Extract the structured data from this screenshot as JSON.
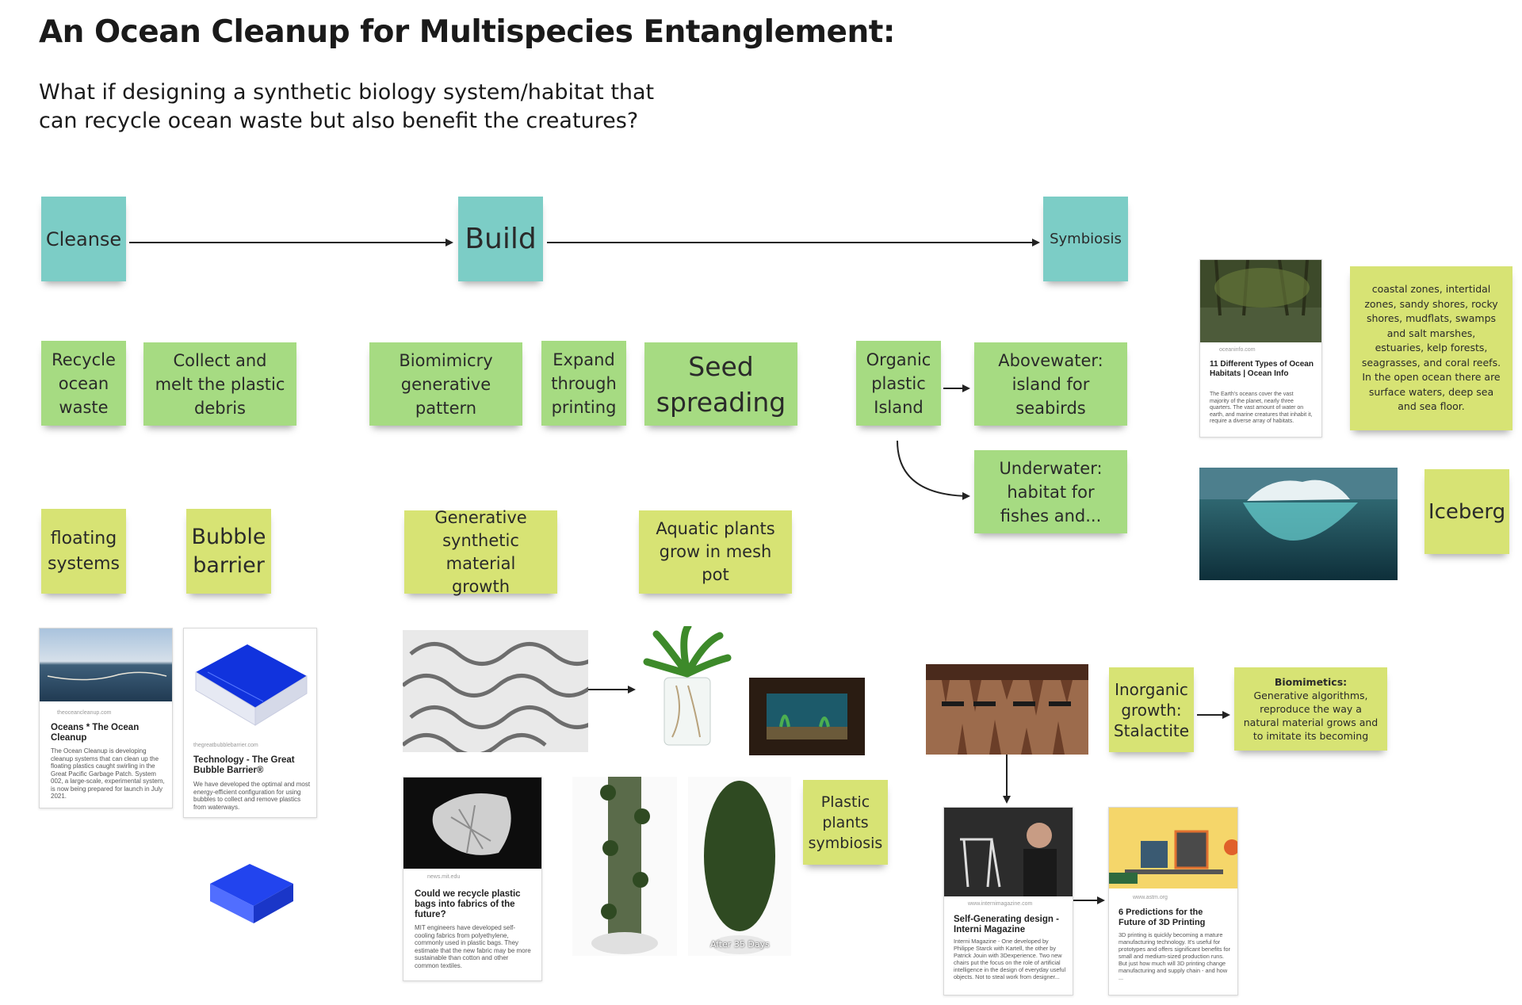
{
  "title": "An Ocean Cleanup for Multispecies Entanglement:",
  "subtitle": "What if designing a synthetic biology system/habitat that can recycle ocean waste but also benefit the creatures?",
  "headers": {
    "cleanse": "Cleanse",
    "build": "Build",
    "symbiosis": "Symbiosis"
  },
  "notes": {
    "recycle": "Recycle ocean waste",
    "collect": "Collect and melt the plastic debris",
    "biomimicry": "Biomimicry generative pattern",
    "expand": "Expand through printing",
    "seed": "Seed spreading",
    "organic": "Organic plastic Island",
    "abovewater": "Abovewater: island for seabirds",
    "underwater": "Underwater: habitat for fishes and...",
    "floating": "floating systems",
    "bubble": "Bubble barrier",
    "generative": "Generative synthetic material growth",
    "aquatic": "Aquatic plants grow in mesh pot",
    "plastic_plants": "Plastic plants symbiosis",
    "inorganic": "Inorganic growth: Stalactite",
    "biomimetics_title": "Biomimetics:",
    "biomimetics_body": "Generative algorithms, reproduce the way a natural material grows and to imitate its becoming",
    "iceberg": "Iceberg",
    "habitats": "coastal zones, intertidal zones, sandy shores, rocky shores, mudflats, swamps and salt marshes, estuaries, kelp forests, seagrasses, and coral reefs. In the open ocean there are surface waters, deep sea and sea floor."
  },
  "cards": {
    "ocean_cleanup": {
      "source": "theoceancleanup.com",
      "title": "Oceans * The Ocean Cleanup",
      "desc": "The Ocean Cleanup is developing cleanup systems that can clean up the floating plastics caught swirling in the Great Pacific Garbage Patch. System 002, a large-scale, experimental system, is now being prepared for launch in July 2021."
    },
    "bubble_barrier": {
      "source": "thegreatbubblebarrier.com",
      "title": "Technology - The Great Bubble Barrier®",
      "desc": "We have developed the optimal and most energy-efficient configuration for using bubbles to collect and remove plastics from waterways."
    },
    "ocean_info": {
      "source": "oceaninfo.com",
      "title": "11 Different Types of Ocean Habitats | Ocean Info",
      "desc": "The Earth's oceans cover the vast majority of the planet, nearly three quarters. The vast amount of water on earth, and marine creatures that inhabit it, require a diverse array of habitats."
    },
    "mit": {
      "source": "news.mit.edu",
      "title": "Could we recycle plastic bags into fabrics of the future?",
      "desc": "MIT engineers have developed self-cooling fabrics from polyethylene, commonly used in plastic bags. They estimate that the new fabric may be more sustainable than cotton and other common textiles."
    },
    "interni": {
      "source": "www.internimagazine.com",
      "title": "Self-Generating design - Interni Magazine",
      "desc": "Interni Magazine - One developed by Philippe Starck with Kartell, the other by Patrick Jouin with 3Dexperience. Two new chairs put the focus on the role of artificial intelligence in the design of everyday useful objects. Not to steal work from designer..."
    },
    "astm": {
      "source": "www.astm.org",
      "title": "6 Predictions for the Future of 3D Printing",
      "desc": "3D printing is quickly becoming a mature manufacturing technology. It's useful for prototypes and offers significant benefits for small and medium-sized production runs. But just how much will 3D printing change manufacturing and supply chain - and how ..."
    }
  },
  "image_captions": {
    "after_days": "After 35 Days"
  },
  "colors": {
    "teal": "#7ccdc6",
    "green": "#a6db82",
    "yellow": "#d7e374"
  }
}
